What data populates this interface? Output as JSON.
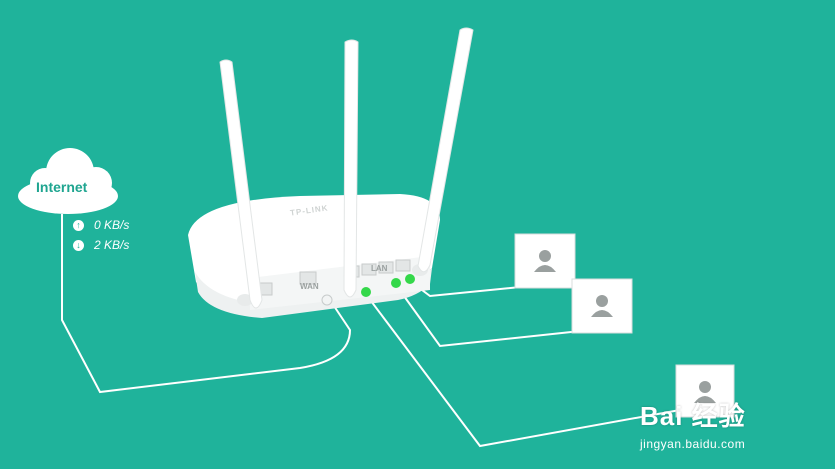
{
  "internet": {
    "label": "Internet",
    "upload_speed": "0 KB/s",
    "download_speed": "2 KB/s",
    "up_arrow": "↑",
    "down_arrow": "↓"
  },
  "router": {
    "wan_label": "WAN",
    "lan_label": "LAN",
    "brand": "TP-LINK"
  },
  "watermark": {
    "brand": "Bai 经验",
    "url": "jingyan.baidu.com"
  },
  "colors": {
    "background": "#1fb39b",
    "link_active": "#34d84a",
    "cable": "#ffffff",
    "device_icon": "#9aa09f"
  },
  "icons": {
    "cloud": "cloud-icon",
    "device": "user-device-icon",
    "upload": "arrow-up-icon",
    "download": "arrow-down-icon"
  }
}
